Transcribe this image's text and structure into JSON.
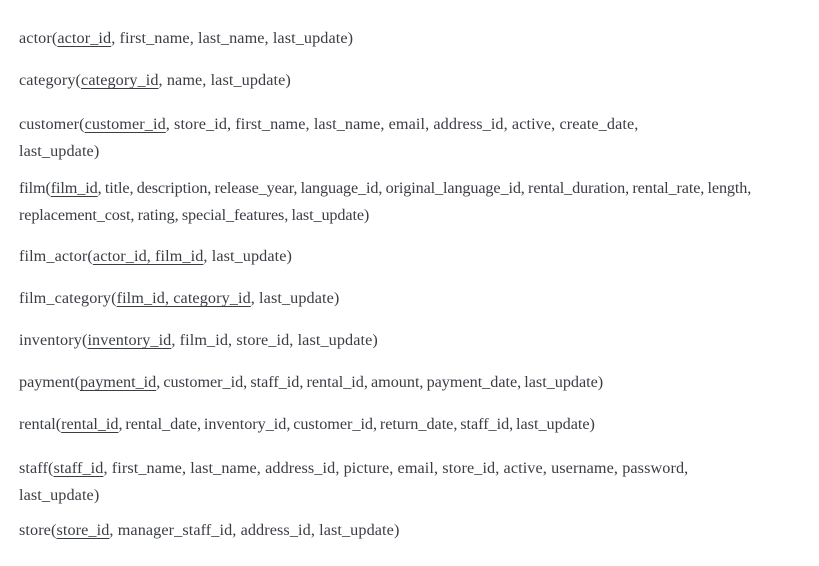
{
  "document": {
    "kind": "relational-schema-listing",
    "notation": "relation_name(attribute, ...) with primary-key attributes underlined",
    "text_color": "#3a3d44",
    "background_color": "#ffffff"
  },
  "relations": [
    {
      "id": "actor",
      "name": "actor",
      "open": "(",
      "close": ")",
      "primary_key": "actor_id",
      "pk_text": "actor_id",
      "rest_text": ", first_name, last_name, last_update",
      "attributes": [
        "actor_id",
        "first_name",
        "last_name",
        "last_update"
      ],
      "full_text": "actor(actor_id, first_name, last_name, last_update)"
    },
    {
      "id": "category",
      "name": "category",
      "open": "(",
      "close": ")",
      "primary_key": "category_id",
      "pk_text": "category_id",
      "rest_text": ", name, last_update",
      "attributes": [
        "category_id",
        "name",
        "last_update"
      ],
      "full_text": "category(category_id, name, last_update)"
    },
    {
      "id": "customer",
      "name": "customer",
      "open": "(",
      "close": ")",
      "primary_key": "customer_id",
      "pk_text": "customer_id",
      "rest_text": ", store_id, first_name, last_name, email, address_id, active, create_date, last_update",
      "attributes": [
        "customer_id",
        "store_id",
        "first_name",
        "last_name",
        "email",
        "address_id",
        "active",
        "create_date",
        "last_update"
      ],
      "full_text": "customer(customer_id, store_id, first_name, last_name, email, address_id, active, create_date, last_update)"
    },
    {
      "id": "film",
      "name": "film",
      "open": "(",
      "close": ")",
      "primary_key": "film_id",
      "pk_text": "film_id",
      "rest_text": ", title, description, release_year, language_id, original_language_id, rental_duration, rental_rate, length, replacement_cost, rating, special_features, last_update",
      "attributes": [
        "film_id",
        "title",
        "description",
        "release_year",
        "language_id",
        "original_language_id",
        "rental_duration",
        "rental_rate",
        "length",
        "replacement_cost",
        "rating",
        "special_features",
        "last_update"
      ],
      "full_text": "film(film_id, title, description, release_year, language_id, original_language_id, rental_duration, rental_rate, length, replacement_cost, rating, special_features, last_update)"
    },
    {
      "id": "film_actor",
      "name": "film_actor",
      "open": "(",
      "close": ")",
      "primary_key": "actor_id, film_id",
      "pk_text": "actor_id, film_id",
      "rest_text": ", last_update",
      "attributes": [
        "actor_id",
        "film_id",
        "last_update"
      ],
      "full_text": "film_actor(actor_id, film_id, last_update)"
    },
    {
      "id": "film_category",
      "name": "film_category",
      "open": "(",
      "close": ")",
      "primary_key": "film_id, category_id",
      "pk_text": "film_id, category_id",
      "rest_text": ", last_update",
      "attributes": [
        "film_id",
        "category_id",
        "last_update"
      ],
      "full_text": "film_category(film_id, category_id, last_update)"
    },
    {
      "id": "inventory",
      "name": "inventory",
      "open": "(",
      "close": ")",
      "primary_key": "inventory_id",
      "pk_text": "inventory_id",
      "rest_text": ", film_id, store_id, last_update",
      "attributes": [
        "inventory_id",
        "film_id",
        "store_id",
        "last_update"
      ],
      "full_text": "inventory(inventory_id, film_id, store_id, last_update)"
    },
    {
      "id": "payment",
      "name": "payment",
      "open": "(",
      "close": ")",
      "primary_key": "payment_id",
      "pk_text": "payment_id",
      "rest_text": ", customer_id, staff_id, rental_id, amount, payment_date, last_update",
      "attributes": [
        "payment_id",
        "customer_id",
        "staff_id",
        "rental_id",
        "amount",
        "payment_date",
        "last_update"
      ],
      "full_text": "payment(payment_id, customer_id, staff_id, rental_id, amount, payment_date, last_update)"
    },
    {
      "id": "rental",
      "name": "rental",
      "open": "(",
      "close": ")",
      "primary_key": "rental_id",
      "pk_text": "rental_id",
      "rest_text": ", rental_date, inventory_id, customer_id, return_date, staff_id, last_update",
      "attributes": [
        "rental_id",
        "rental_date",
        "inventory_id",
        "customer_id",
        "return_date",
        "staff_id",
        "last_update"
      ],
      "full_text": "rental(rental_id, rental_date, inventory_id, customer_id, return_date, staff_id, last_update)"
    },
    {
      "id": "staff",
      "name": "staff",
      "open": "(",
      "close": ")",
      "primary_key": "staff_id",
      "pk_text": "staff_id",
      "rest_text": ", first_name, last_name, address_id, picture, email, store_id, active, username, password, last_update",
      "attributes": [
        "staff_id",
        "first_name",
        "last_name",
        "address_id",
        "picture",
        "email",
        "store_id",
        "active",
        "username",
        "password",
        "last_update"
      ],
      "full_text": "staff(staff_id, first_name, last_name, address_id, picture, email, store_id, active, username, password, last_update)"
    },
    {
      "id": "store",
      "name": "store",
      "open": "(",
      "close": ")",
      "primary_key": "store_id",
      "pk_text": "store_id",
      "rest_text": ", manager_staff_id, address_id, last_update",
      "attributes": [
        "store_id",
        "manager_staff_id",
        "address_id",
        "last_update"
      ],
      "full_text": "store(store_id, manager_staff_id, address_id, last_update)"
    }
  ]
}
